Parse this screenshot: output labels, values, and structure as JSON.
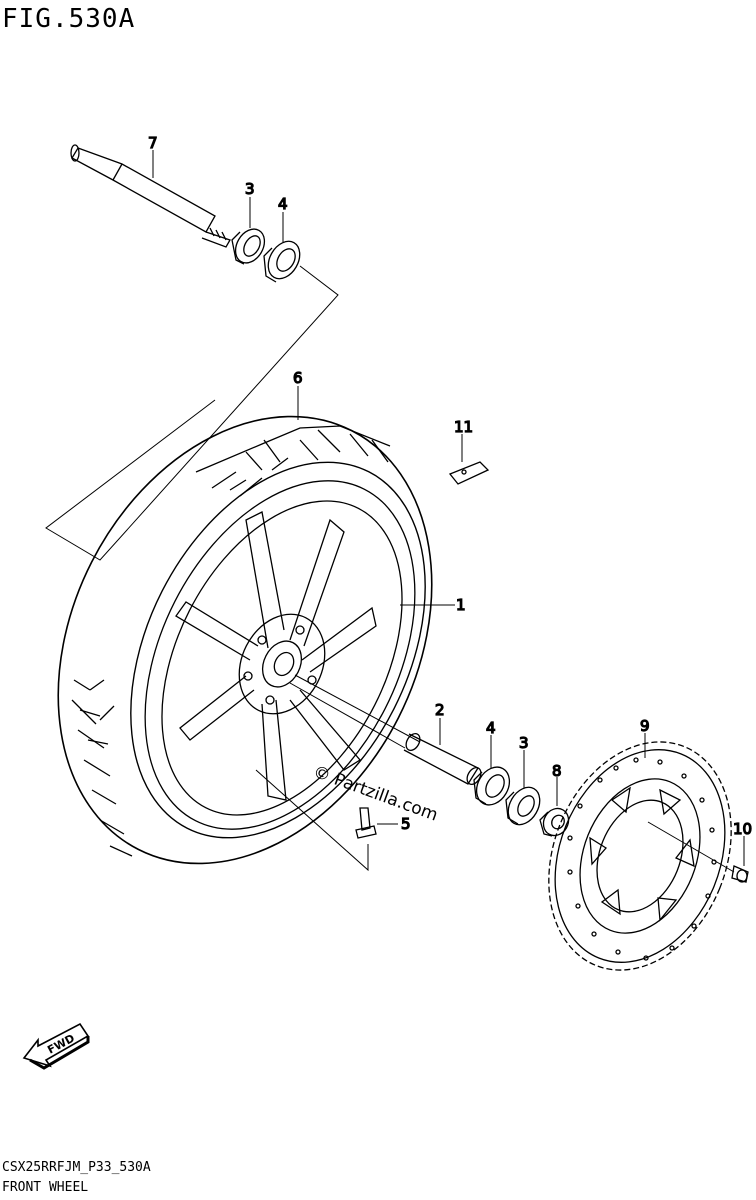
{
  "figure": {
    "title": "FIG.530A",
    "footer_code": "CSX25RRFJM_P33_530A",
    "footer_name": "FRONT WHEEL"
  },
  "watermark": "© Partzilla.com",
  "direction_badge": "FWD",
  "callouts": {
    "c1": "1",
    "c2": "2",
    "c3a": "3",
    "c3b": "3",
    "c4a": "4",
    "c4b": "4",
    "c5": "5",
    "c6": "6",
    "c7": "7",
    "c8": "8",
    "c9": "9",
    "c10": "10",
    "c11": "11"
  }
}
